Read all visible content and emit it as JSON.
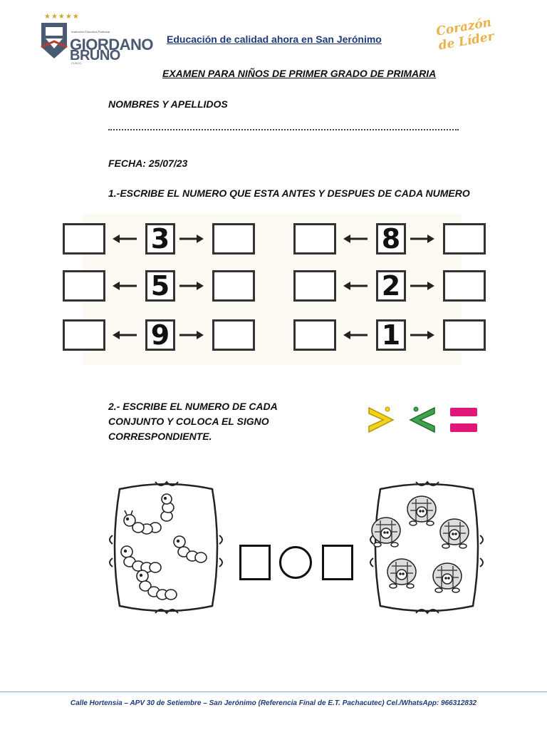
{
  "header": {
    "logo_line1": "GIORDANO",
    "logo_line2": "BRUNO",
    "logo_tagline": "Institución Educativa Particular",
    "logo_city": "CUSCO",
    "slogan": "Educación de calidad ahora en San Jerónimo",
    "brand_script": "Corazón de Líder"
  },
  "exam": {
    "title": "EXAMEN PARA NIÑOS DE PRIMER GRADO DE PRIMARIA",
    "names_label": "NOMBRES Y APELLIDOS",
    "date_label": "FECHA: 25/07/23",
    "q1_title": "1.-ESCRIBE EL NUMERO QUE ESTA ANTES Y DESPUES DE CADA NUMERO",
    "q1_numbers": [
      "3",
      "8",
      "5",
      "2",
      "9",
      "1"
    ],
    "q2_title": "2.- ESCRIBE EL NUMERO DE CADA CONJUNTO Y COLOCA EL SIGNO CORRESPONDIENTE.",
    "q2_symbols": [
      "greater-than-icon",
      "less-than-icon",
      "equals-icon"
    ],
    "q2_set_left": {
      "item": "caterpillar-icon",
      "count": 5
    },
    "q2_set_right": {
      "item": "turtle-icon",
      "count": 5
    }
  },
  "colors": {
    "slogan": "#1e3a78",
    "brand": "#e9b24a",
    "greater": "#f2d21b",
    "less": "#3fa34d",
    "equals": "#e0187a"
  },
  "footer": {
    "text": "Calle Hortensia – APV 30 de Setiembre – San Jerónimo (Referencia Final de E.T. Pachacutec)   Cel./WhatsApp: 966312832"
  }
}
